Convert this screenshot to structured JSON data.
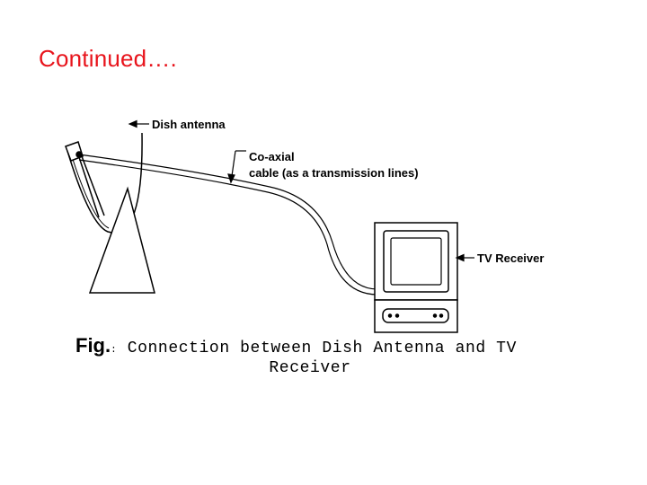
{
  "slide": {
    "title": "Continued…."
  },
  "diagram": {
    "labels": {
      "dish_antenna": "Dish antenna",
      "coax_line1": "Co-axial",
      "coax_line2": "cable (as a transmission lines)",
      "tv_receiver": "TV Receiver"
    }
  },
  "caption": {
    "fig": "Fig.",
    "separator": ":",
    "text_line1": "Connection between Dish Antenna and TV",
    "text_line2": "Receiver"
  }
}
